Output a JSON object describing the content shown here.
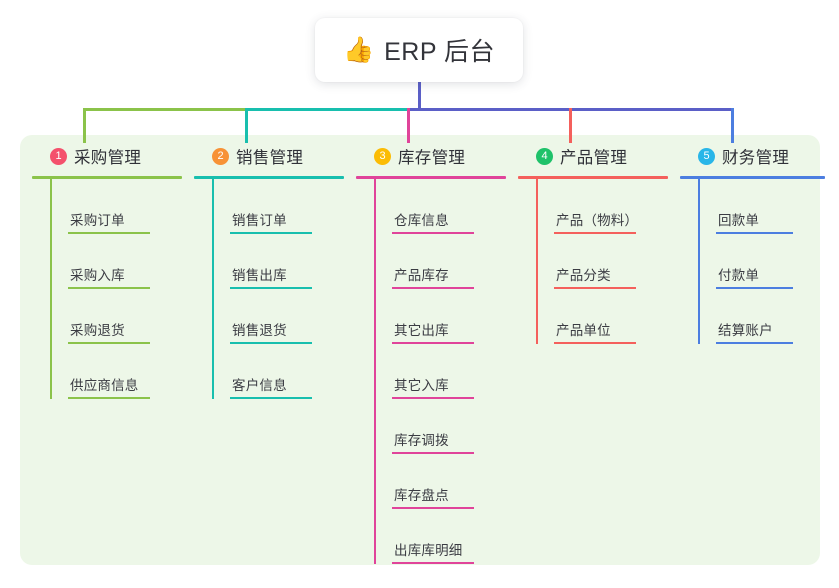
{
  "root": {
    "emoji": "👍",
    "emoji_name": "thumbs-up-icon",
    "title": "ERP 后台"
  },
  "palette": {
    "panel_bg": "#edf7e8",
    "page_bg": "#ffffff",
    "bus_line": "#5b5fc7",
    "text": "#303138"
  },
  "branches": [
    {
      "number": "1",
      "title": "采购管理",
      "badge_color": "#f4516c",
      "line_color": "#8bc34a",
      "items": [
        "采购订单",
        "采购入库",
        "采购退货",
        "供应商信息"
      ]
    },
    {
      "number": "2",
      "title": "销售管理",
      "badge_color": "#f79236",
      "line_color": "#18bfae",
      "items": [
        "销售订单",
        "销售出库",
        "销售退货",
        "客户信息"
      ]
    },
    {
      "number": "3",
      "title": "库存管理",
      "badge_color": "#fbbc05",
      "line_color": "#e0449a",
      "items": [
        "仓库信息",
        "产品库存",
        "其它出库",
        "其它入库",
        "库存调拨",
        "库存盘点",
        "出库库明细"
      ]
    },
    {
      "number": "4",
      "title": "产品管理",
      "badge_color": "#1fc26a",
      "line_color": "#f4605c",
      "items": [
        "产品（物料）",
        "产品分类",
        "产品单位"
      ]
    },
    {
      "number": "5",
      "title": "财务管理",
      "badge_color": "#29b6e8",
      "line_color": "#4c7ee0",
      "items": [
        "回款单",
        "付款单",
        "结算账户"
      ]
    }
  ]
}
